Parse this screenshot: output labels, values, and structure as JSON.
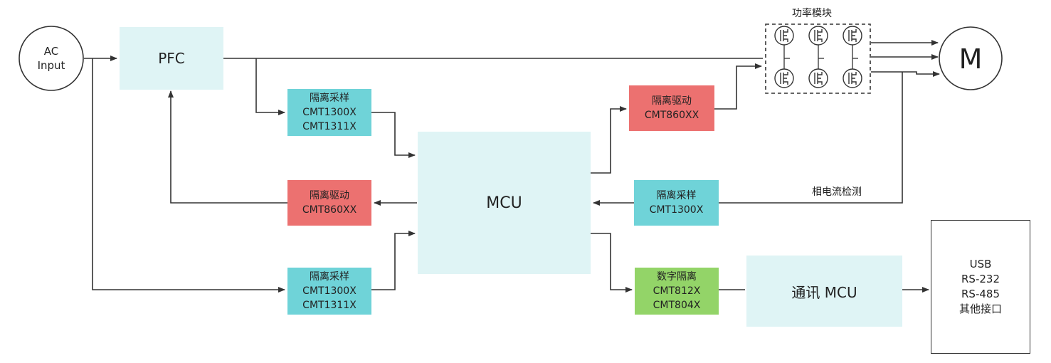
{
  "ac": {
    "lines": [
      "AC",
      "Input"
    ]
  },
  "pfc": {
    "label": "PFC"
  },
  "mcu": {
    "label": "MCU"
  },
  "comm_mcu": {
    "label": "通讯 MCU"
  },
  "sample_top": {
    "lines": [
      "隔离采样",
      "CMT1300X",
      "CMT1311X"
    ]
  },
  "sample_bottom": {
    "lines": [
      "隔离采样",
      "CMT1300X",
      "CMT1311X"
    ]
  },
  "sample_right": {
    "lines": [
      "隔离采样",
      "CMT1300X"
    ]
  },
  "drive_left": {
    "lines": [
      "隔离驱动",
      "CMT860XX"
    ]
  },
  "drive_right": {
    "lines": [
      "隔离驱动",
      "CMT860XX"
    ]
  },
  "digital_iso": {
    "lines": [
      "数字隔离",
      "CMT812X",
      "CMT804X"
    ]
  },
  "interfaces": {
    "lines": [
      "USB",
      "RS-232",
      "RS-485",
      "其他接口"
    ]
  },
  "power_module": {
    "label": "功率模块"
  },
  "phase_current": {
    "label": "相电流检测"
  },
  "motor": {
    "label": "M"
  },
  "colors": {
    "light_box": "#dff4f5",
    "sample": "#6fd3d8",
    "driver": "#ec7170",
    "digital": "#93d468",
    "line": "#333333"
  }
}
